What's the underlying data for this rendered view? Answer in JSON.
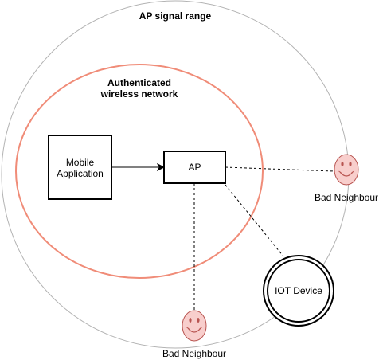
{
  "diagram": {
    "ap_range_label": "AP signal range",
    "auth_network_label_line1": "Authenticated",
    "auth_network_label_line2": "wireless network",
    "mobile_label_line1": "Mobile",
    "mobile_label_line2": "Application",
    "ap_label": "AP",
    "iot_label": "IOT Device",
    "bad_neighbour_right_label": "Bad Neighbour",
    "bad_neighbour_bottom_label": "Bad Neighbour"
  },
  "colors": {
    "range_circle": "#b3b3b3",
    "auth_ellipse": "#f08c78",
    "smiley_fill": "#f8cecc",
    "smiley_stroke": "#b85450",
    "box_stroke": "#000000",
    "connector": "#000000"
  },
  "icons": {
    "neighbour": "smiley-face-icon"
  }
}
